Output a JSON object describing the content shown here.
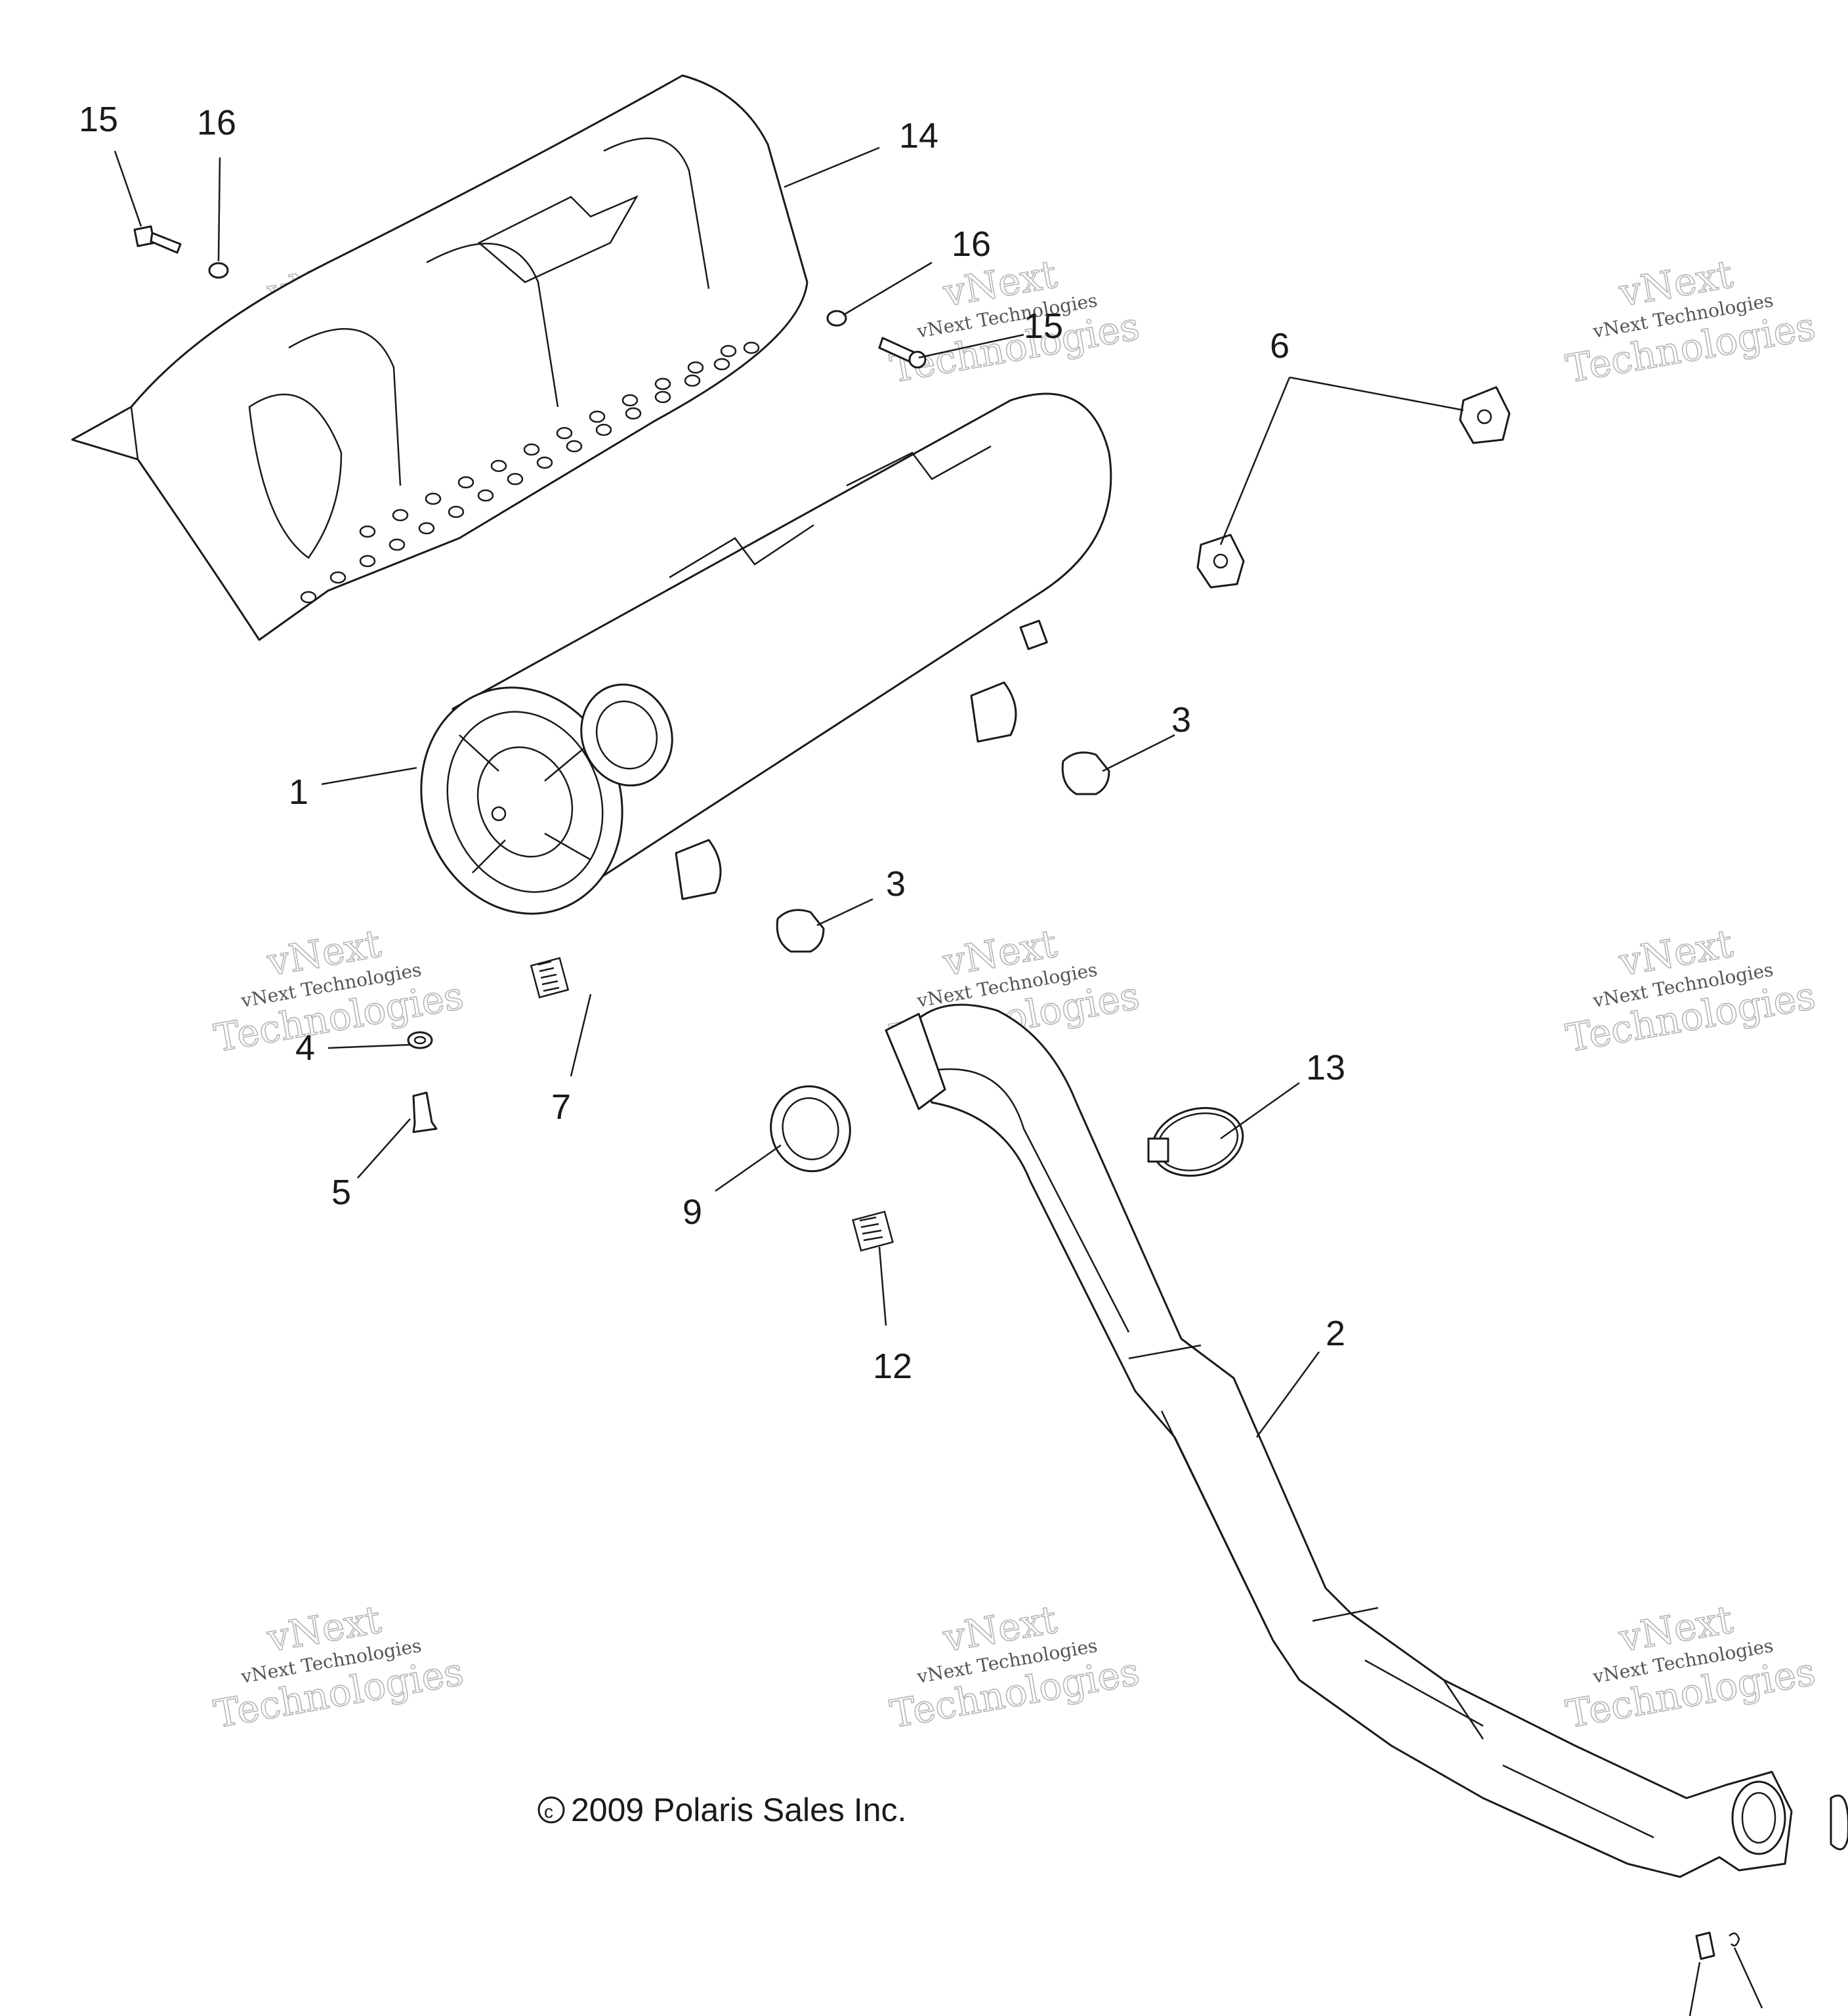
{
  "callouts": {
    "c1": "1",
    "c2": "2",
    "c3a": "3",
    "c3b": "3",
    "c4": "4",
    "c5": "5",
    "c6": "6",
    "c7": "7",
    "c9": "9",
    "c12": "12",
    "c13": "13",
    "c14": "14",
    "c15a": "15",
    "c15b": "15",
    "c16a": "16",
    "c16b": "16"
  },
  "watermark": {
    "line1": "vNext",
    "line2": "vNext Technologies",
    "line3": "Technologies"
  },
  "copyright": "2009 Polaris Sales Inc.",
  "colors": {
    "ink": "#1a1a1a",
    "watermark": "#b5b5b5",
    "background": "#ffffff"
  }
}
